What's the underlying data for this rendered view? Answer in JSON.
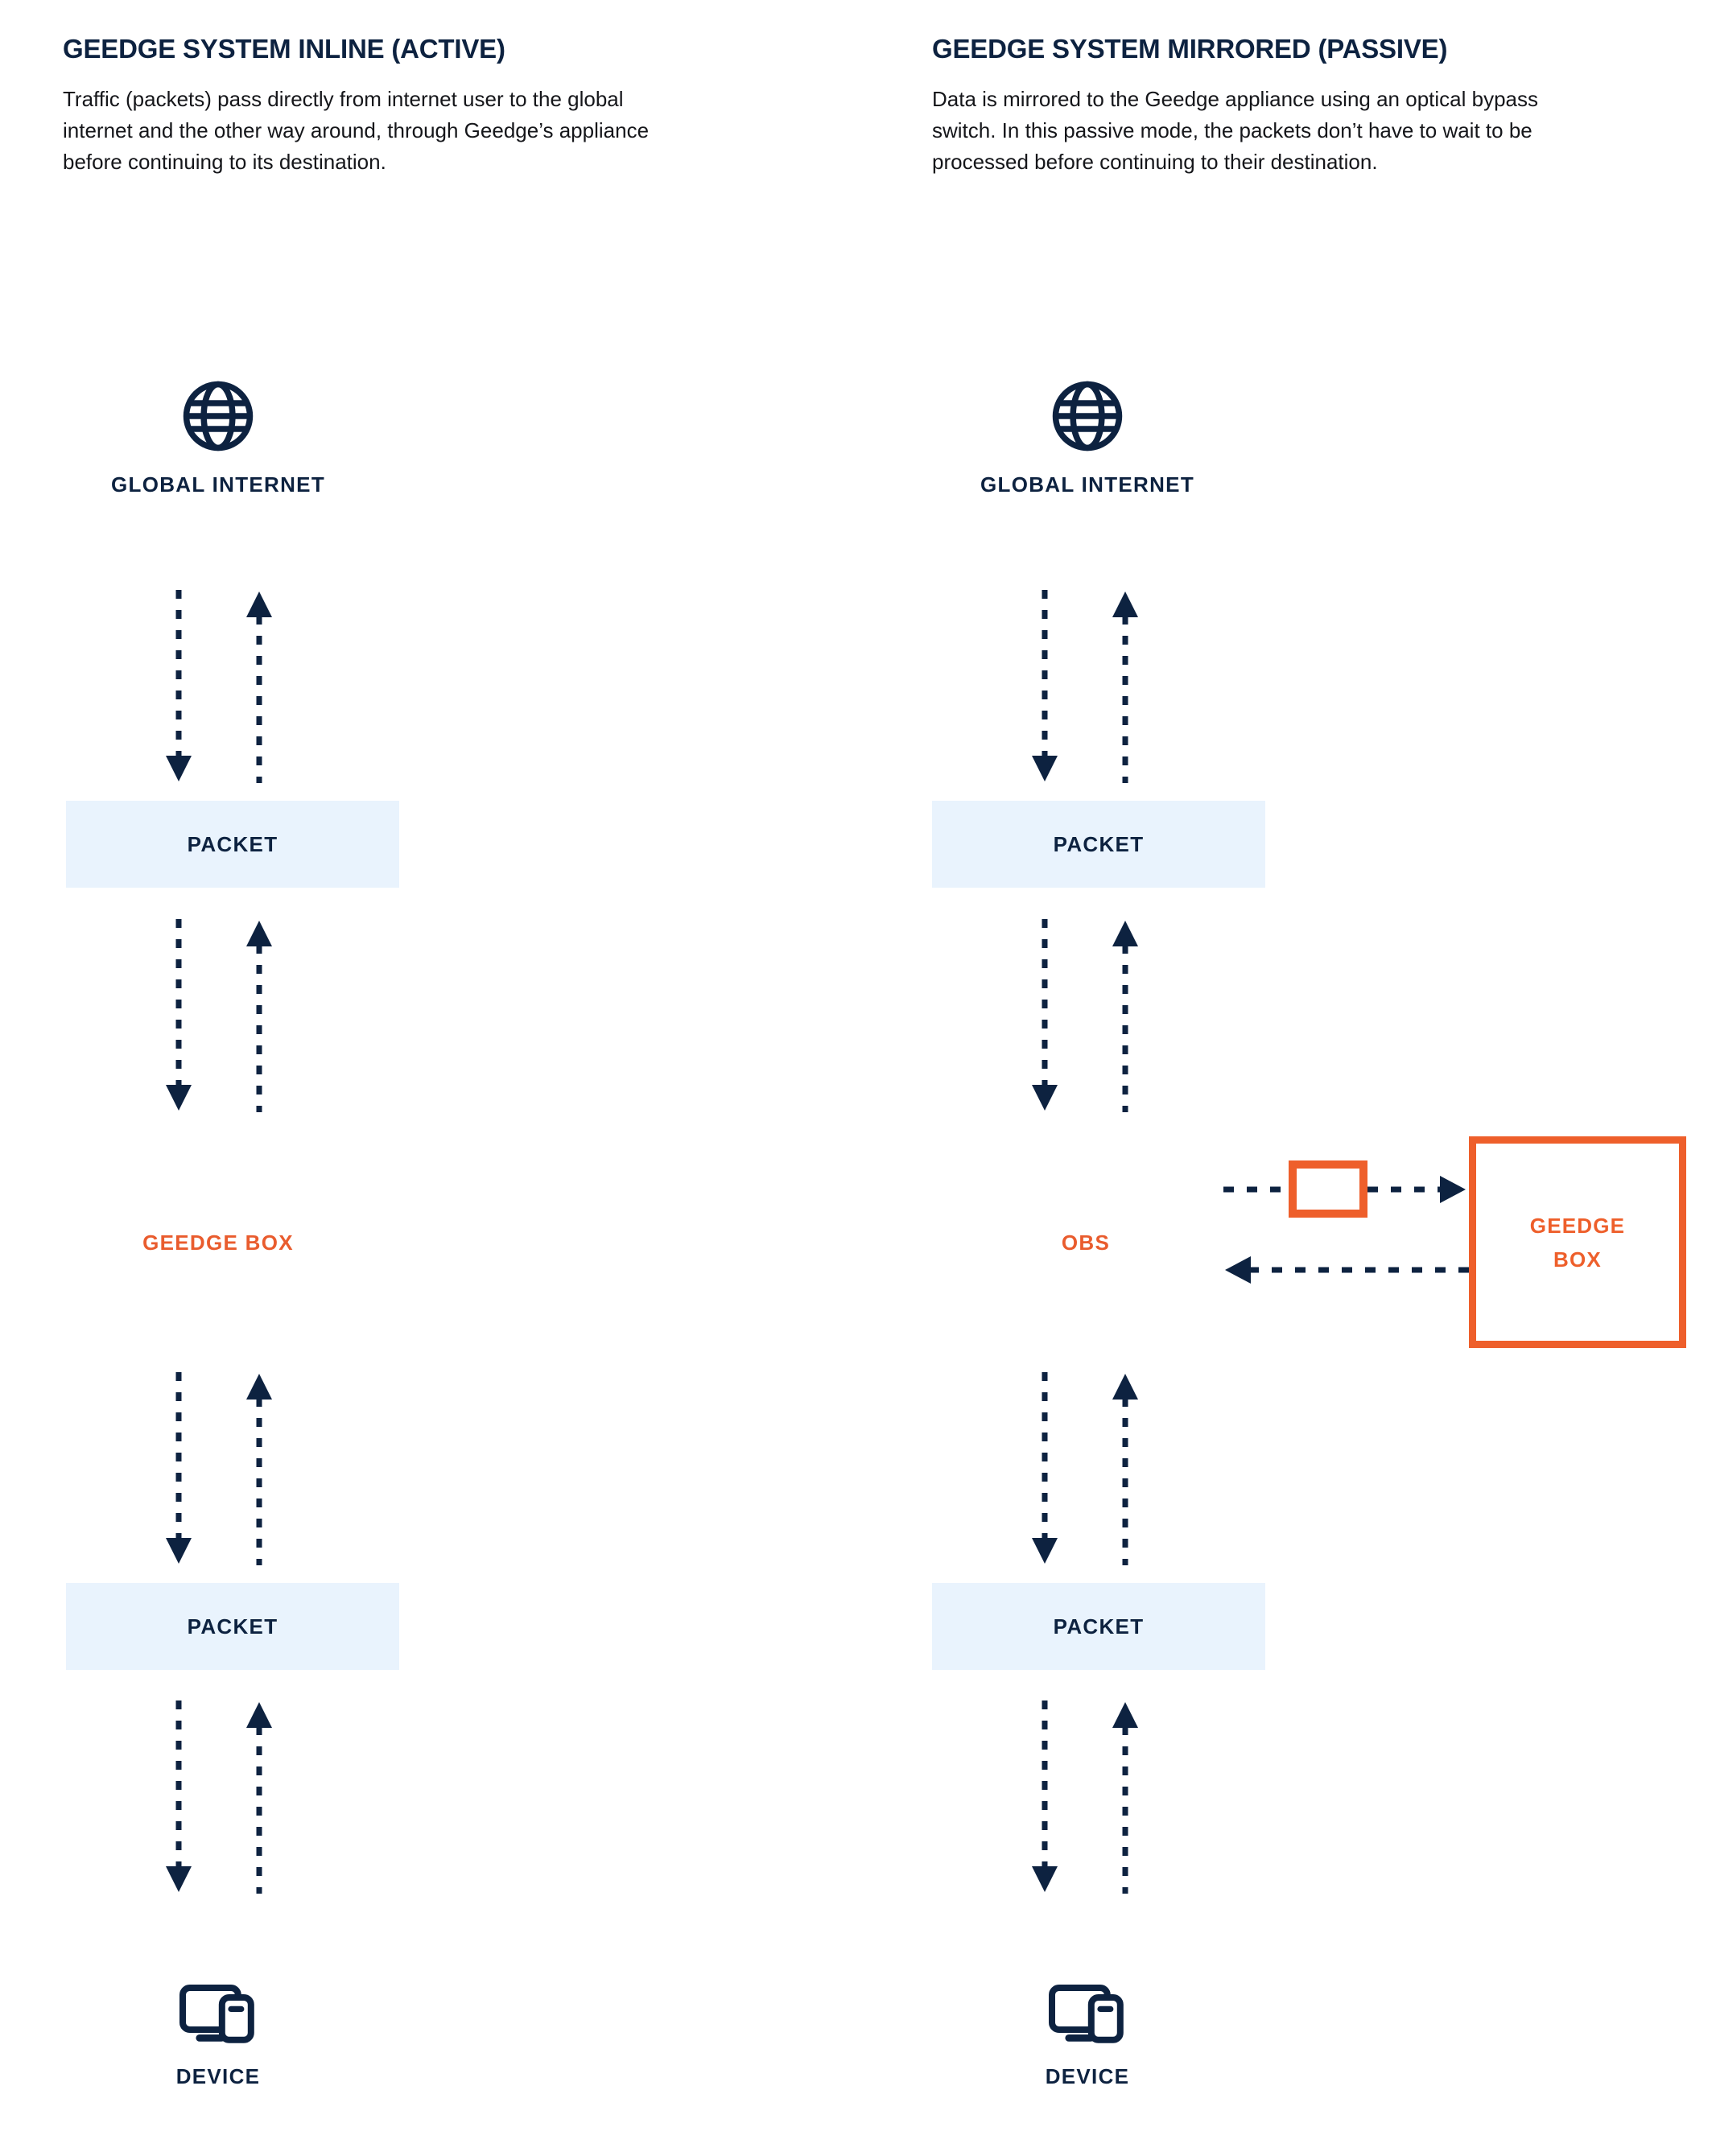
{
  "colors": {
    "navy": "#0d2240",
    "orange": "#ee5f2b",
    "orange_text": "#e95c2e",
    "packet_fill": "#e9f3fd",
    "body_text": "#15161a",
    "background": "#ffffff"
  },
  "columns": [
    {
      "id": "inline-active",
      "title": "GEEDGE SYSTEM INLINE (ACTIVE)",
      "description": "Traffic (packets) pass directly from internet user to the global internet and the other way around, through Geedge’s appliance before continuing to its destination.",
      "nodes": {
        "top_icon": "globe-icon",
        "top_label": "GLOBAL INTERNET",
        "packet_top": "PACKET",
        "middle_label": "GEEDGE BOX",
        "packet_bottom": "PACKET",
        "bottom_icon": "device-icon",
        "bottom_label": "DEVICE"
      },
      "flows": [
        {
          "from": "GLOBAL INTERNET",
          "to": "PACKET",
          "direction": "down",
          "style": "dashed"
        },
        {
          "from": "PACKET",
          "to": "GLOBAL INTERNET",
          "direction": "up",
          "style": "dashed"
        },
        {
          "from": "PACKET",
          "to": "GEEDGE BOX",
          "direction": "down",
          "style": "dashed"
        },
        {
          "from": "GEEDGE BOX",
          "to": "PACKET",
          "direction": "up",
          "style": "dashed"
        },
        {
          "from": "GEEDGE BOX",
          "to": "PACKET",
          "direction": "down",
          "style": "dashed"
        },
        {
          "from": "PACKET",
          "to": "GEEDGE BOX",
          "direction": "up",
          "style": "dashed"
        },
        {
          "from": "PACKET",
          "to": "DEVICE",
          "direction": "down",
          "style": "dashed"
        },
        {
          "from": "DEVICE",
          "to": "PACKET",
          "direction": "up",
          "style": "dashed"
        }
      ]
    },
    {
      "id": "mirrored-passive",
      "title": "GEEDGE SYSTEM MIRRORED (PASSIVE)",
      "description": "Data is mirrored to the Geedge appliance using an optical bypass switch. In this passive mode, the packets don’t  have to wait to be processed before continuing to their destination.",
      "nodes": {
        "top_icon": "globe-icon",
        "top_label": "GLOBAL INTERNET",
        "packet_top": "PACKET",
        "middle_label": "OBS",
        "packet_bottom": "PACKET",
        "bottom_icon": "device-icon",
        "bottom_label": "DEVICE",
        "side_box_line1": "GEEDGE",
        "side_box_line2": "BOX",
        "bypass_switch": "optical-bypass-switch"
      },
      "flows": [
        {
          "from": "GLOBAL INTERNET",
          "to": "PACKET",
          "direction": "down",
          "style": "dashed"
        },
        {
          "from": "PACKET",
          "to": "GLOBAL INTERNET",
          "direction": "up",
          "style": "dashed"
        },
        {
          "from": "PACKET",
          "to": "OBS",
          "direction": "down",
          "style": "dashed"
        },
        {
          "from": "OBS",
          "to": "PACKET",
          "direction": "up",
          "style": "dashed"
        },
        {
          "from": "OBS",
          "to": "PACKET",
          "direction": "down",
          "style": "dashed"
        },
        {
          "from": "PACKET",
          "to": "OBS",
          "direction": "up",
          "style": "dashed"
        },
        {
          "from": "PACKET",
          "to": "DEVICE",
          "direction": "down",
          "style": "dashed"
        },
        {
          "from": "DEVICE",
          "to": "PACKET",
          "direction": "up",
          "style": "dashed"
        },
        {
          "from": "OBS",
          "to": "GEEDGE BOX",
          "direction": "right",
          "style": "dashed",
          "passes_through": "optical-bypass-switch"
        },
        {
          "from": "GEEDGE BOX",
          "to": "OBS",
          "direction": "left",
          "style": "dashed"
        }
      ]
    }
  ]
}
